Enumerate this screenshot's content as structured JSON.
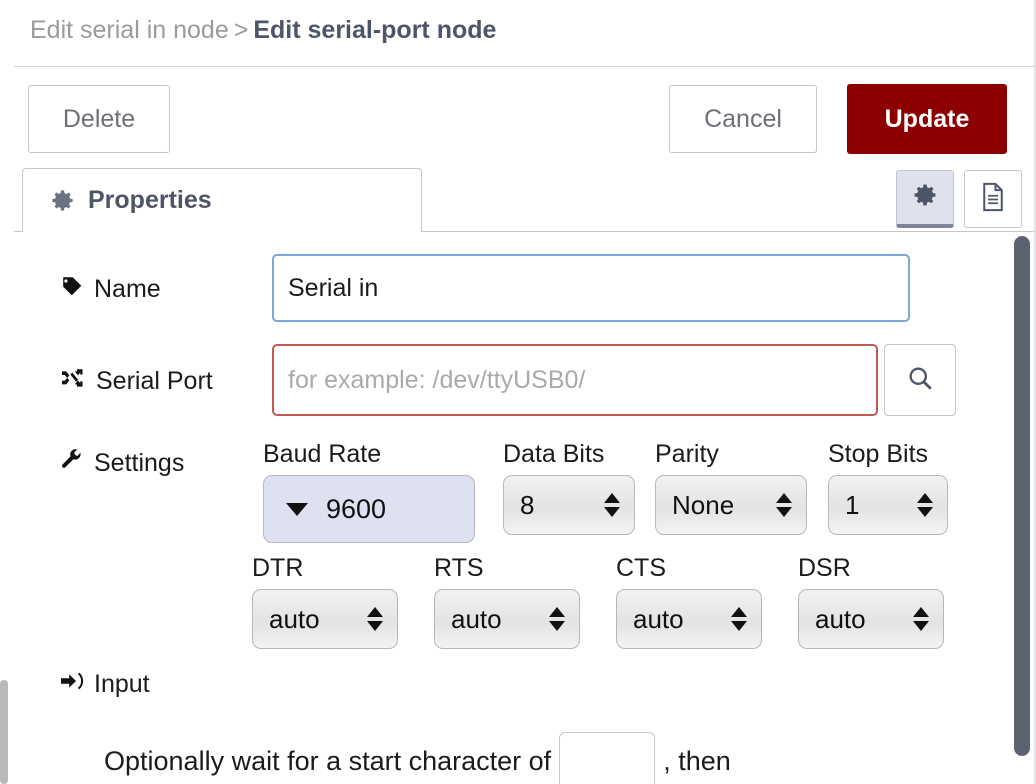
{
  "header": {
    "breadcrumb_previous": "Edit serial in node",
    "breadcrumb_separator": ">",
    "breadcrumb_current": "Edit serial-port node"
  },
  "toolbar": {
    "delete_label": "Delete",
    "cancel_label": "Cancel",
    "update_label": "Update",
    "update_color": "#8C0000"
  },
  "tabs": {
    "properties_label": "Properties",
    "icon_buttons": [
      {
        "name": "gear-icon",
        "active": true
      },
      {
        "name": "document-icon",
        "active": false
      }
    ]
  },
  "form": {
    "name": {
      "label": "Name",
      "icon": "tag-icon",
      "value": "Serial in",
      "placeholder": "Name"
    },
    "serial_port": {
      "label": "Serial Port",
      "icon": "shuffle-icon",
      "value": "",
      "placeholder": "for example: /dev/ttyUSB0/",
      "search_icon": "search-icon",
      "invalid": true
    },
    "settings": {
      "label": "Settings",
      "icon": "wrench-icon",
      "fields": [
        {
          "name": "baud-rate",
          "caption": "Baud Rate",
          "value": "9600",
          "control": "combo"
        },
        {
          "name": "data-bits",
          "caption": "Data Bits",
          "value": "8",
          "control": "spinner"
        },
        {
          "name": "parity",
          "caption": "Parity",
          "value": "None",
          "control": "spinner"
        },
        {
          "name": "stop-bits",
          "caption": "Stop Bits",
          "value": "1",
          "control": "spinner"
        }
      ],
      "flow_control": [
        {
          "name": "dtr",
          "caption": "DTR",
          "value": "auto"
        },
        {
          "name": "rts",
          "caption": "RTS",
          "value": "auto"
        },
        {
          "name": "cts",
          "caption": "CTS",
          "value": "auto"
        },
        {
          "name": "dsr",
          "caption": "DSR",
          "value": "auto"
        }
      ]
    },
    "input_section": {
      "label": "Input",
      "icon": "sign-in-icon",
      "sentence_before": "Optionally wait for a start character of",
      "start_character_value": "",
      "sentence_after": ", then"
    }
  }
}
